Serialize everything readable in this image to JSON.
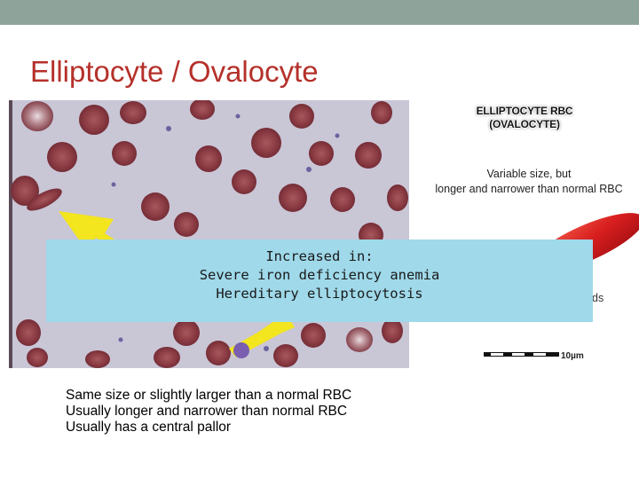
{
  "slide": {
    "title": "Elliptocyte / Ovalocyte",
    "accent_color": "#b5302a",
    "top_bar_color": "#8ea49a"
  },
  "micrograph": {
    "content": "blood-smear-image",
    "arrow_color": "#f3e51e",
    "cell_color": "#8e3d45",
    "background_color": "#c9c6d6"
  },
  "diagram": {
    "title_lines": [
      "ELLIPTOCYTE RBC",
      "(OVALOCYTE)"
    ],
    "description_lines": [
      "Variable size, but",
      "longer and narrower than normal RBC"
    ],
    "partial_text": "ds",
    "scale_label": "10µm",
    "cell_color": "#d81e1e"
  },
  "overlay": {
    "lines": [
      "Increased in:",
      "Severe iron deficiency anemia",
      "Hereditary elliptocytosis"
    ],
    "background_color": "#9fd9ea"
  },
  "notes": {
    "lines": [
      "Same size or slightly larger than a normal RBC",
      "Usually longer and narrower than normal RBC",
      "Usually has a central pallor"
    ]
  }
}
